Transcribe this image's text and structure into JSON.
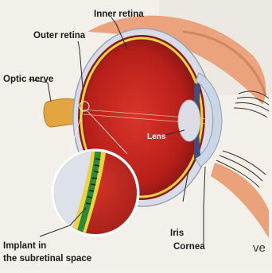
{
  "labels": {
    "inner_retina": "Inner retina",
    "outer_retina": "Outer retina",
    "optic_nerve": "Optic nerve",
    "lens": "Lens",
    "iris": "Iris",
    "cornea": "Cornea",
    "implant_line1": "Implant in",
    "implant_line2": "the subretinal space"
  },
  "background_text": "ve",
  "colors": {
    "sclera": "#d7dce6",
    "choroid": "#8c1b1b",
    "vitreous": "#c8261e",
    "retina_yellow": "#f0d43a",
    "implant_green": "#2c8a3c",
    "optic_nerve": "#e3a540",
    "eyelid": "#e9a27a",
    "lens": "#dfe8f2"
  }
}
